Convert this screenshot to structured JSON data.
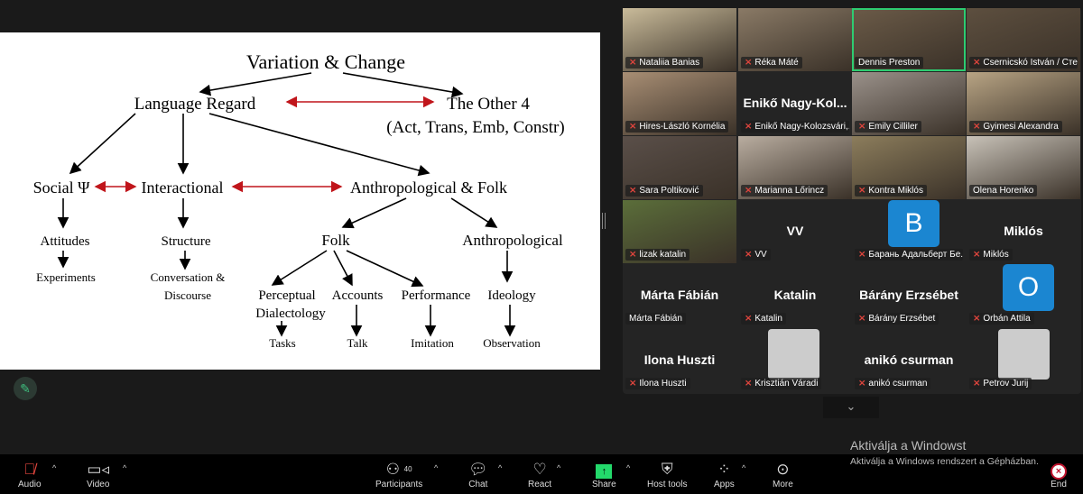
{
  "slide": {
    "title": "Variation & Change",
    "language_regard": "Language Regard",
    "other4": "The Other 4",
    "other4_sub": "(Act, Trans, Emb, Constr)",
    "social": "Social Ψ",
    "interactional": "Interactional",
    "anthro_folk": "Anthropological & Folk",
    "attitudes": "Attitudes",
    "structure": "Structure",
    "folk": "Folk",
    "anthropological": "Anthropological",
    "experiments": "Experiments",
    "conversation": "Conversation &",
    "discourse": "Discourse",
    "perceptual": "Perceptual",
    "dialectology": "Dialectology",
    "accounts": "Accounts",
    "performance": "Performance",
    "ideology": "Ideology",
    "tasks": "Tasks",
    "talk": "Talk",
    "imitation": "Imitation",
    "observation": "Observation"
  },
  "participants": [
    {
      "name": "Nataliia Banias",
      "type": "video",
      "muted": true
    },
    {
      "name": "Réka Máté",
      "type": "video",
      "muted": true
    },
    {
      "name": "Dennis Preston",
      "type": "video",
      "muted": false,
      "active": true
    },
    {
      "name": "Csernicskó István / Сте...",
      "type": "video",
      "muted": true
    },
    {
      "name": "Hires-László Kornélia",
      "type": "video",
      "muted": true
    },
    {
      "name": "Enikő Nagy-Kolozsvári,...",
      "type": "name",
      "big": "Enikő  Nagy-Kol...",
      "muted": true
    },
    {
      "name": "Emily Cilliler",
      "type": "video",
      "muted": true
    },
    {
      "name": "Gyimesi Alexandra",
      "type": "video",
      "muted": true
    },
    {
      "name": "Sara Poltiković",
      "type": "video",
      "muted": true
    },
    {
      "name": "Marianna Lőrincz",
      "type": "video",
      "muted": true
    },
    {
      "name": "Kontra Miklós",
      "type": "video",
      "muted": true
    },
    {
      "name": "Olena Horenko",
      "type": "video",
      "muted": false
    },
    {
      "name": "lizak katalin",
      "type": "video",
      "muted": true
    },
    {
      "name": "VV",
      "type": "name",
      "big": "VV",
      "muted": true
    },
    {
      "name": "Барань Адальберт Бе...",
      "type": "avatar",
      "letter": "B",
      "muted": true
    },
    {
      "name": "Miklós",
      "type": "name",
      "big": "Miklós",
      "muted": true
    },
    {
      "name": "Márta Fábián",
      "type": "name",
      "big": "Márta Fábián",
      "muted": false
    },
    {
      "name": "Katalin",
      "type": "name",
      "big": "Katalin",
      "muted": true
    },
    {
      "name": "Bárány Erzsébet",
      "type": "name",
      "big": "Bárány Erzsébet",
      "muted": true
    },
    {
      "name": "Orbán Attila",
      "type": "avatar",
      "letter": "O",
      "muted": true
    },
    {
      "name": "Ilona Huszti",
      "type": "name",
      "big": "Ilona Huszti",
      "muted": true
    },
    {
      "name": "Krisztián Váradi",
      "type": "photo",
      "muted": true
    },
    {
      "name": "anikó csurman",
      "type": "name",
      "big": "anikó csurman",
      "muted": true
    },
    {
      "name": "Petrov Jurij",
      "type": "photo",
      "muted": true
    }
  ],
  "toolbar": {
    "audio": "Audio",
    "video": "Video",
    "participants": "Participants",
    "participant_count": "40",
    "chat": "Chat",
    "react": "React",
    "share": "Share",
    "host_tools": "Host tools",
    "apps": "Apps",
    "more": "More",
    "end": "End"
  },
  "watermark": {
    "title": "Aktiválja a Windowst",
    "subtitle": "Aktiválja a Windows rendszert a Gépházban."
  },
  "colors": {
    "accent_green": "#23d96b",
    "mute_red": "#e0453d",
    "avatar_blue": "#1b86d1"
  }
}
